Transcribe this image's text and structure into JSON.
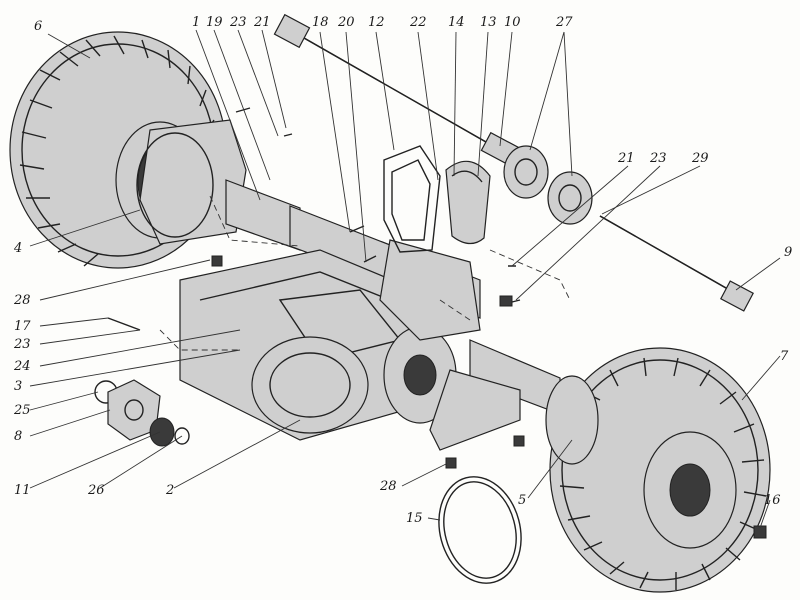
{
  "labels": [
    {
      "id": "6",
      "text": "6"
    },
    {
      "id": "1",
      "text": "1"
    },
    {
      "id": "19",
      "text": "19"
    },
    {
      "id": "23a",
      "text": "23"
    },
    {
      "id": "21a",
      "text": "21"
    },
    {
      "id": "18",
      "text": "18"
    },
    {
      "id": "20",
      "text": "20"
    },
    {
      "id": "12",
      "text": "12"
    },
    {
      "id": "22",
      "text": "22"
    },
    {
      "id": "14",
      "text": "14"
    },
    {
      "id": "13",
      "text": "13"
    },
    {
      "id": "10",
      "text": "10"
    },
    {
      "id": "27",
      "text": "27"
    },
    {
      "id": "21b",
      "text": "21"
    },
    {
      "id": "23b",
      "text": "23"
    },
    {
      "id": "29",
      "text": "29"
    },
    {
      "id": "9",
      "text": "9"
    },
    {
      "id": "4",
      "text": "4"
    },
    {
      "id": "28a",
      "text": "28"
    },
    {
      "id": "17",
      "text": "17"
    },
    {
      "id": "23c",
      "text": "23"
    },
    {
      "id": "24",
      "text": "24"
    },
    {
      "id": "3",
      "text": "3"
    },
    {
      "id": "25",
      "text": "25"
    },
    {
      "id": "8",
      "text": "8"
    },
    {
      "id": "11",
      "text": "11"
    },
    {
      "id": "26",
      "text": "26"
    },
    {
      "id": "2",
      "text": "2"
    },
    {
      "id": "7",
      "text": "7"
    },
    {
      "id": "28b",
      "text": "28"
    },
    {
      "id": "15",
      "text": "15"
    },
    {
      "id": "5",
      "text": "5"
    },
    {
      "id": "16",
      "text": "16"
    }
  ]
}
